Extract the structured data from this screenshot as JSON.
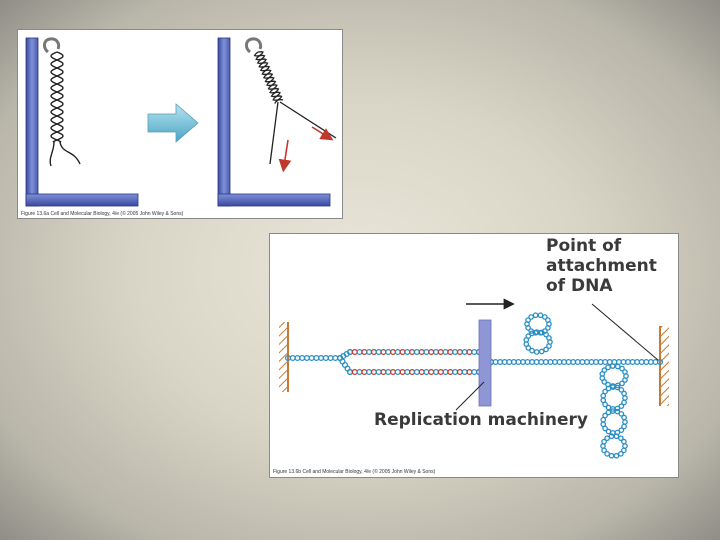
{
  "figure_top": {
    "caption": "Figure 13.6a Cell and Molecular Biology, 4/e (© 2005 John Wiley & Sons)"
  },
  "figure_bottom": {
    "label_point_lines": [
      "Point of",
      "attachment",
      "of DNA"
    ],
    "label_replication": "Replication machinery",
    "caption": "Figure 13.6b Cell and Molecular Biology, 4/e (© 2005 John Wiley & Sons)"
  },
  "colors": {
    "support_blue": "#6f7fc6",
    "dna_blue": "#2a8fc4",
    "dna_red": "#c0392b",
    "arrow_fill": "#7ec4d8",
    "anchor_orange": "#c87a35",
    "replication_bar": "#8f96d6"
  }
}
